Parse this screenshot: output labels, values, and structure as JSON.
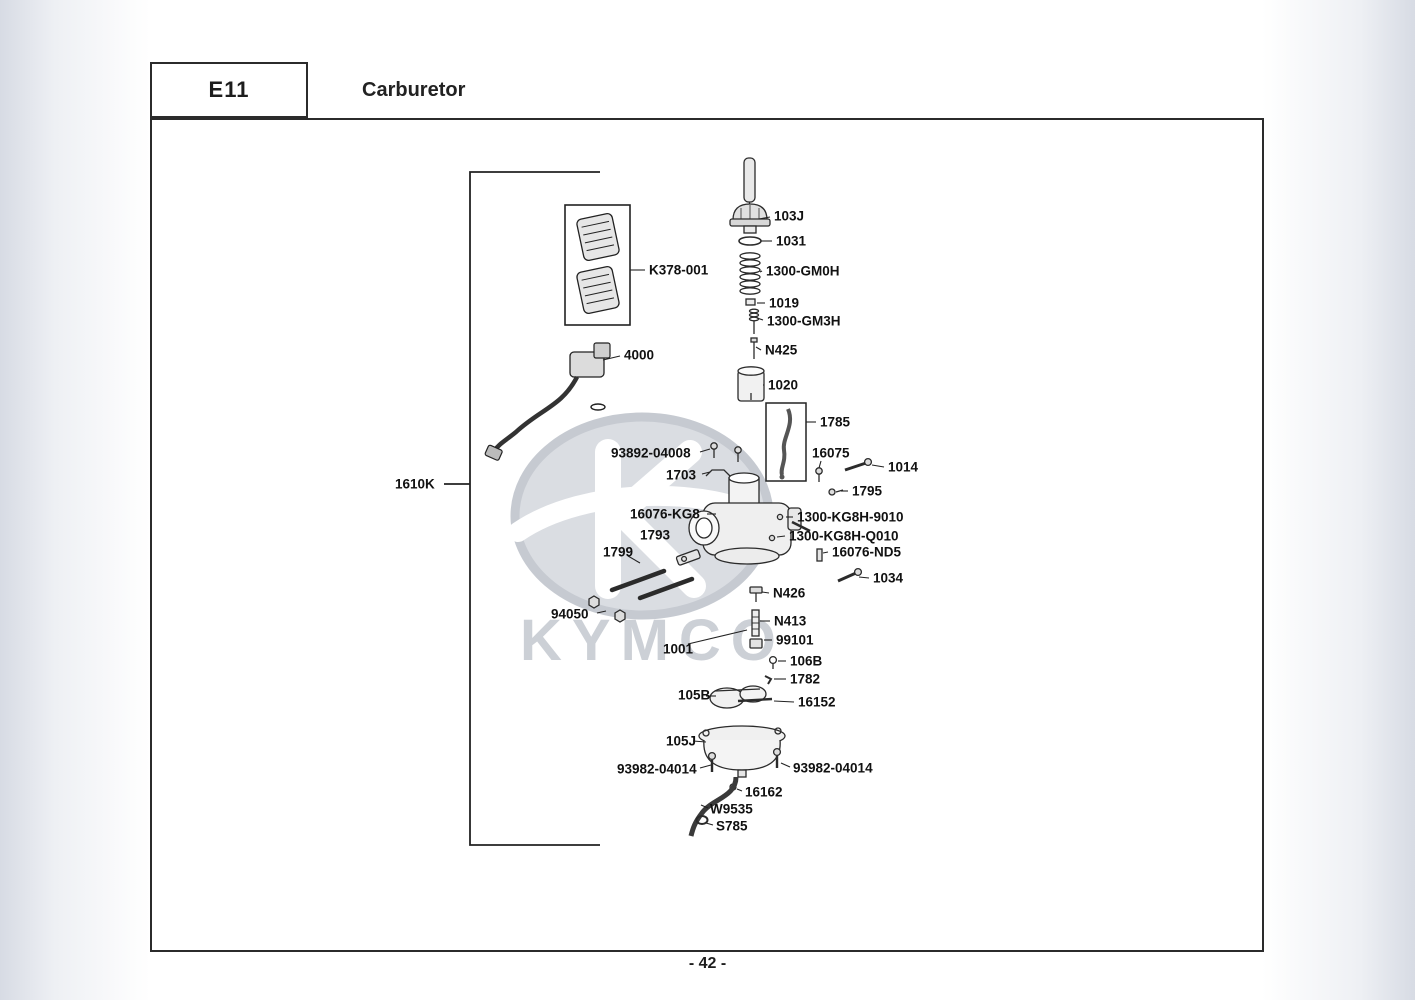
{
  "page": {
    "code": "E11",
    "title": "Carburetor",
    "page_number": "- 42 -"
  },
  "watermark": {
    "brand": "KYMCO"
  },
  "diagram": {
    "group_label": "1610K",
    "labels": {
      "l103J": "103J",
      "l1031": "1031",
      "l1300GM0H": "1300-GM0H",
      "l1019": "1019",
      "l1300GM3H": "1300-GM3H",
      "lN425": "N425",
      "l1020": "1020",
      "l1785": "1785",
      "lK378001": "K378-001",
      "l4000": "4000",
      "l9389204008": "93892-04008",
      "l16075": "16075",
      "l1014": "1014",
      "l1703": "1703",
      "l1795": "1795",
      "l16076KG8": "16076-KG8",
      "l1300KG8H9010": "1300-KG8H-9010",
      "l1793": "1793",
      "l1300KG8HQ010": "1300-KG8H-Q010",
      "l16076ND5": "16076-ND5",
      "l1799": "1799",
      "l1034": "1034",
      "lN426": "N426",
      "l94050": "94050",
      "lN413": "N413",
      "l99101": "99101",
      "l1001": "1001",
      "l106B": "106B",
      "l1782": "1782",
      "l105B": "105B",
      "l16152": "16152",
      "l105J": "105J",
      "l9398204014L": "93982-04014",
      "l9398204014R": "93982-04014",
      "l16162": "16162",
      "lW9535": "W9535",
      "lS785": "S785"
    }
  }
}
